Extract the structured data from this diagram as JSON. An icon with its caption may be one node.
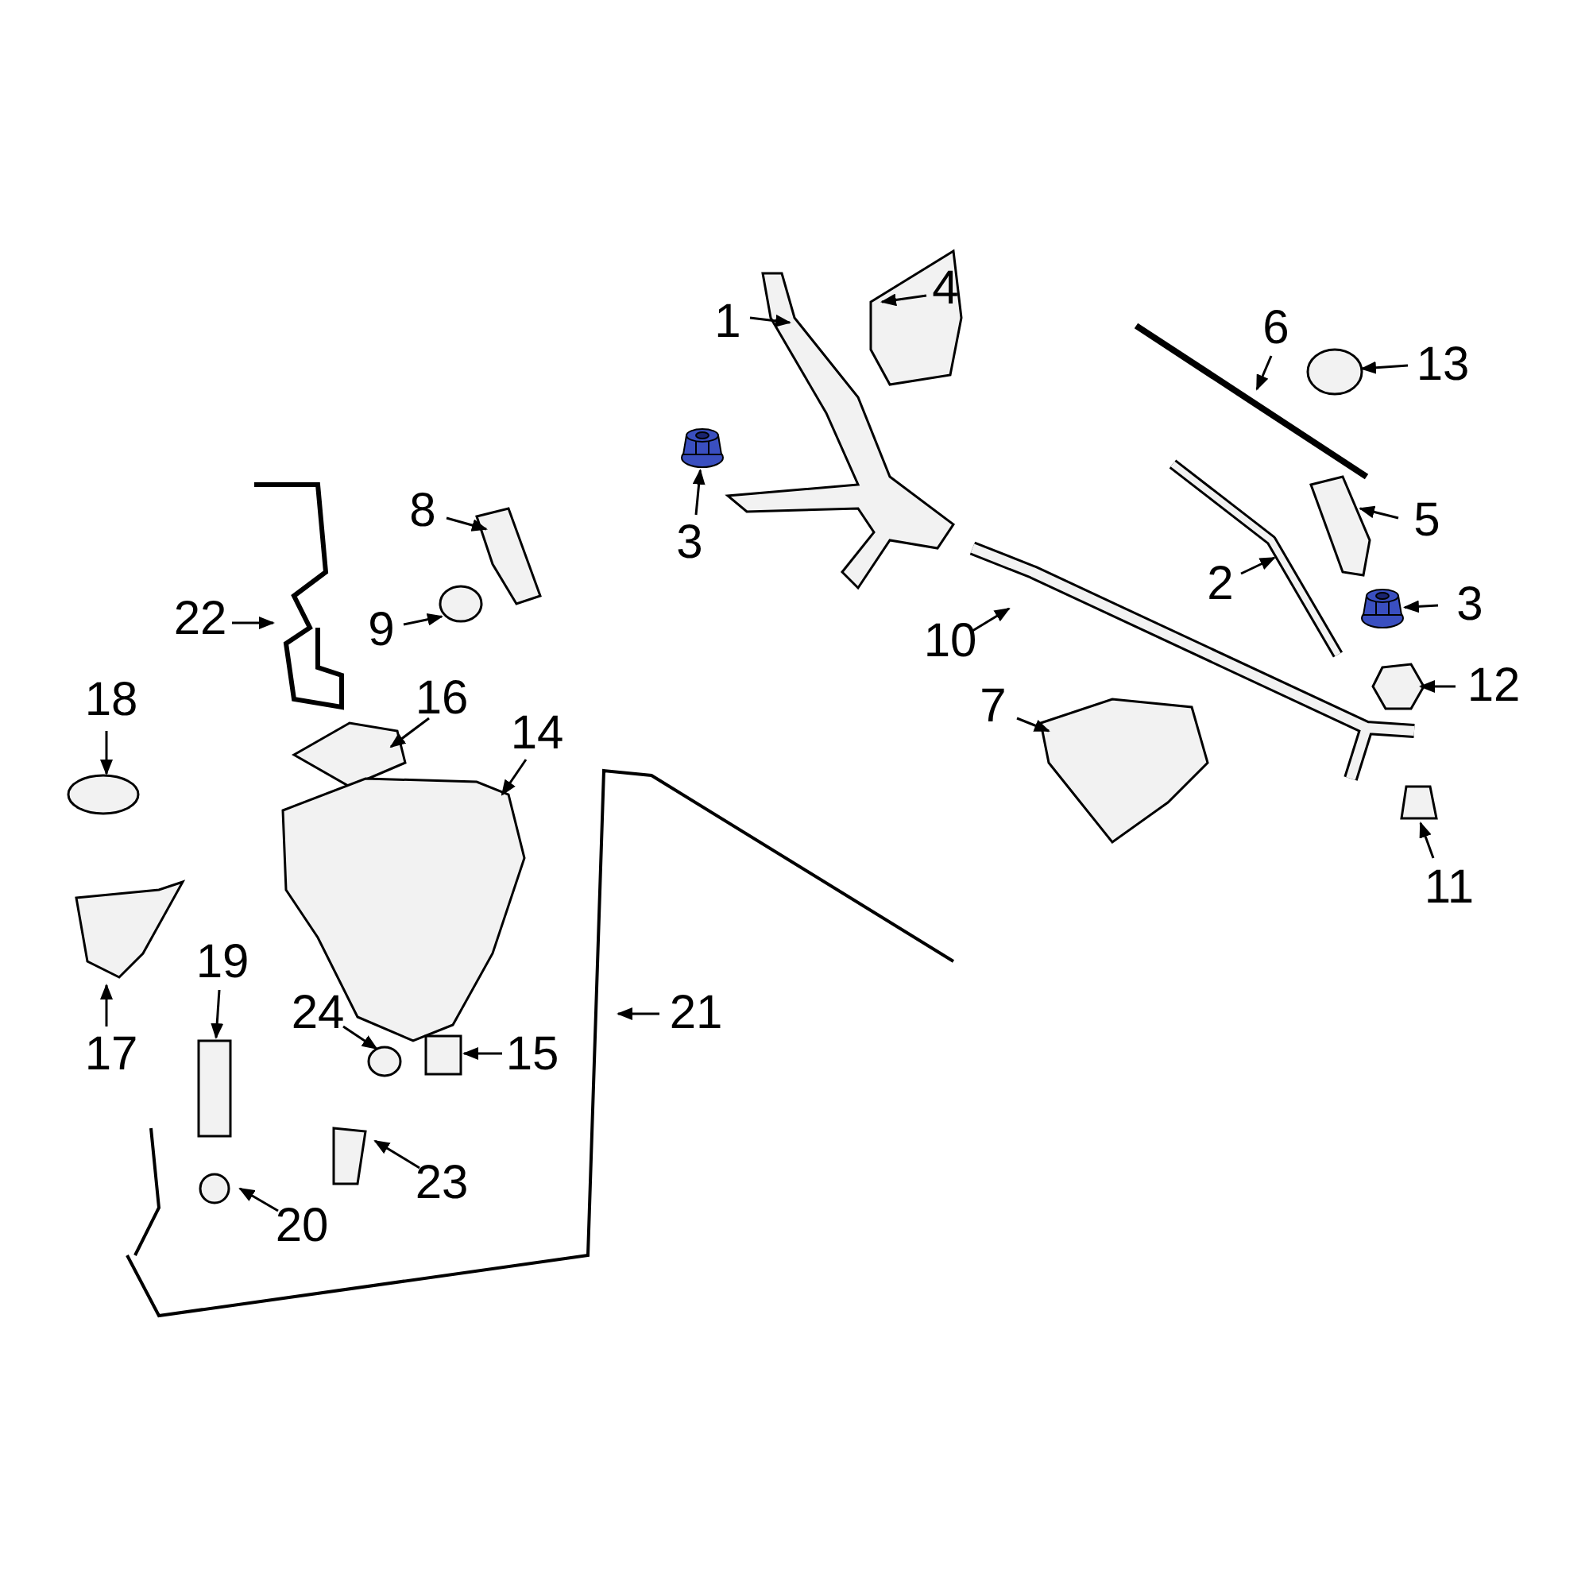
{
  "diagram": {
    "nodes": [
      {
        "text": [
          "1"
        ]
      },
      {
        "text": [
          "4"
        ]
      },
      {
        "text": [
          "6"
        ]
      },
      {
        "text": [
          "13"
        ]
      },
      {
        "text": [
          "8"
        ]
      },
      {
        "text": [
          "3"
        ]
      },
      {
        "text": [
          "5"
        ]
      },
      {
        "text": [
          "22"
        ]
      },
      {
        "text": [
          "9"
        ]
      },
      {
        "text": [
          "2"
        ]
      },
      {
        "text": [
          "3"
        ]
      },
      {
        "text": [
          "10"
        ]
      },
      {
        "text": [
          "12"
        ]
      },
      {
        "text": [
          "18"
        ]
      },
      {
        "text": [
          "16"
        ]
      },
      {
        "text": [
          "14"
        ]
      },
      {
        "text": [
          "7"
        ]
      },
      {
        "text": [
          "11"
        ]
      },
      {
        "text": [
          "19"
        ]
      },
      {
        "text": [
          "24"
        ]
      },
      {
        "text": [
          "15"
        ]
      },
      {
        "text": [
          "21"
        ]
      },
      {
        "text": [
          "17"
        ]
      },
      {
        "text": [
          "23"
        ]
      },
      {
        "text": [
          "20"
        ]
      },
      {
        "text": [],
        "shape": "cylinder"
      },
      {
        "text": [],
        "shape": "cylinder"
      }
    ],
    "edges": [
      {
        "from": 0,
        "to": null,
        "arrow": "to"
      },
      {
        "from": 1,
        "to": null,
        "arrow": "to"
      },
      {
        "from": 2,
        "to": null,
        "arrow": "to"
      },
      {
        "from": 3,
        "to": null,
        "arrow": "to"
      },
      {
        "from": 4,
        "to": null,
        "arrow": "to"
      },
      {
        "from": 5,
        "to": 25,
        "arrow": "to"
      },
      {
        "from": 6,
        "to": null,
        "arrow": "to"
      },
      {
        "from": 7,
        "to": null,
        "arrow": "to"
      },
      {
        "from": 8,
        "to": null,
        "arrow": "to"
      },
      {
        "from": 9,
        "to": null,
        "arrow": "to"
      },
      {
        "from": 10,
        "to": 26,
        "arrow": "to"
      },
      {
        "from": 11,
        "to": null,
        "arrow": "to"
      },
      {
        "from": 12,
        "to": null,
        "arrow": "to"
      },
      {
        "from": 13,
        "to": null,
        "arrow": "to"
      },
      {
        "from": 14,
        "to": null,
        "arrow": "to"
      },
      {
        "from": 15,
        "to": null,
        "arrow": "to"
      },
      {
        "from": 16,
        "to": null,
        "arrow": "to"
      },
      {
        "from": 17,
        "to": null,
        "arrow": "to"
      },
      {
        "from": 18,
        "to": null,
        "arrow": "to"
      },
      {
        "from": 19,
        "to": null,
        "arrow": "to"
      },
      {
        "from": 20,
        "to": null,
        "arrow": "to"
      },
      {
        "from": 21,
        "to": null,
        "arrow": "to"
      },
      {
        "from": 22,
        "to": null,
        "arrow": "to"
      },
      {
        "from": 23,
        "to": null,
        "arrow": "to"
      },
      {
        "from": 24,
        "to": null,
        "arrow": "to"
      }
    ]
  }
}
